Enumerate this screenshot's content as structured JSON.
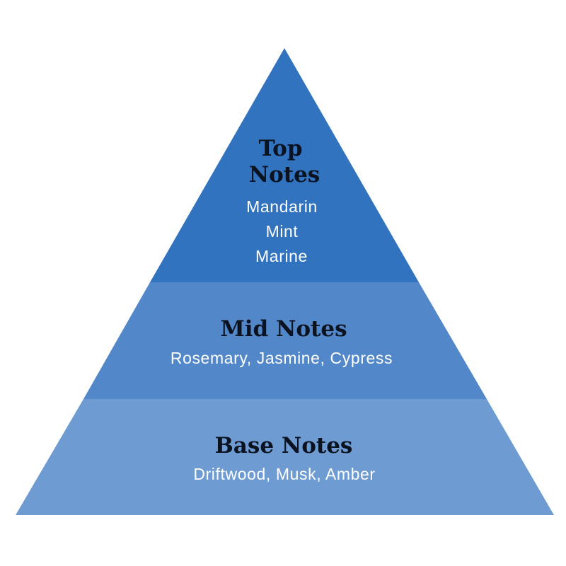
{
  "tiers": [
    {
      "title_lines": [
        "Top",
        "Notes"
      ],
      "notes_lines": [
        "Mandarin",
        "Mint",
        "Marine"
      ],
      "color": "#3273c0"
    },
    {
      "title_lines": [
        "Mid Notes"
      ],
      "notes_lines": [
        "Rosemary, Jasmine, Cypress"
      ],
      "color": "#5287c9"
    },
    {
      "title_lines": [
        "Base Notes"
      ],
      "notes_lines": [
        "Driftwood, Musk, Amber"
      ],
      "color": "#6e9bd2"
    }
  ]
}
